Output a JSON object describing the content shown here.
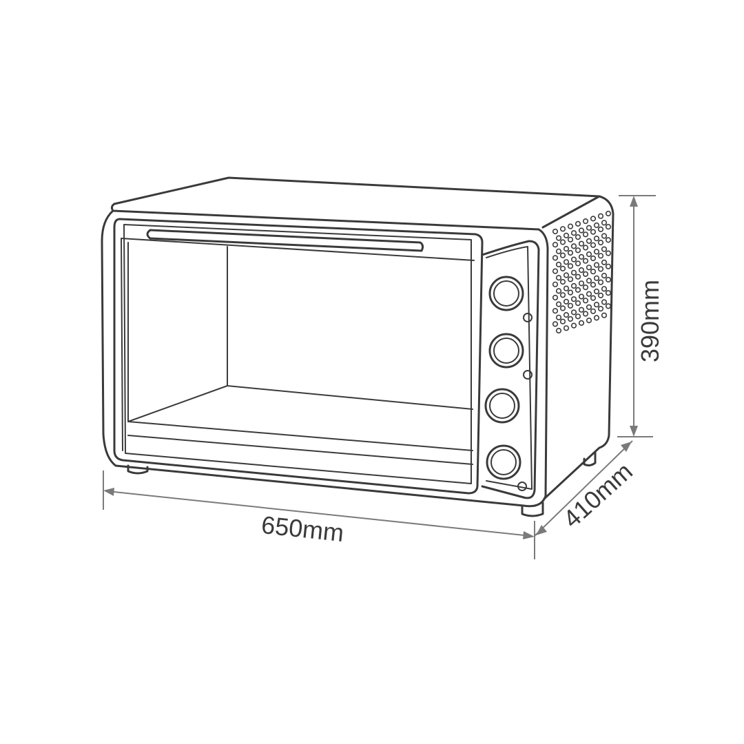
{
  "dimensions": {
    "width": "650mm",
    "height": "390mm",
    "depth": "410mm"
  },
  "colors": {
    "line": "#3a3a3a",
    "dimension_line": "#7a7a7a",
    "background": "#ffffff"
  }
}
